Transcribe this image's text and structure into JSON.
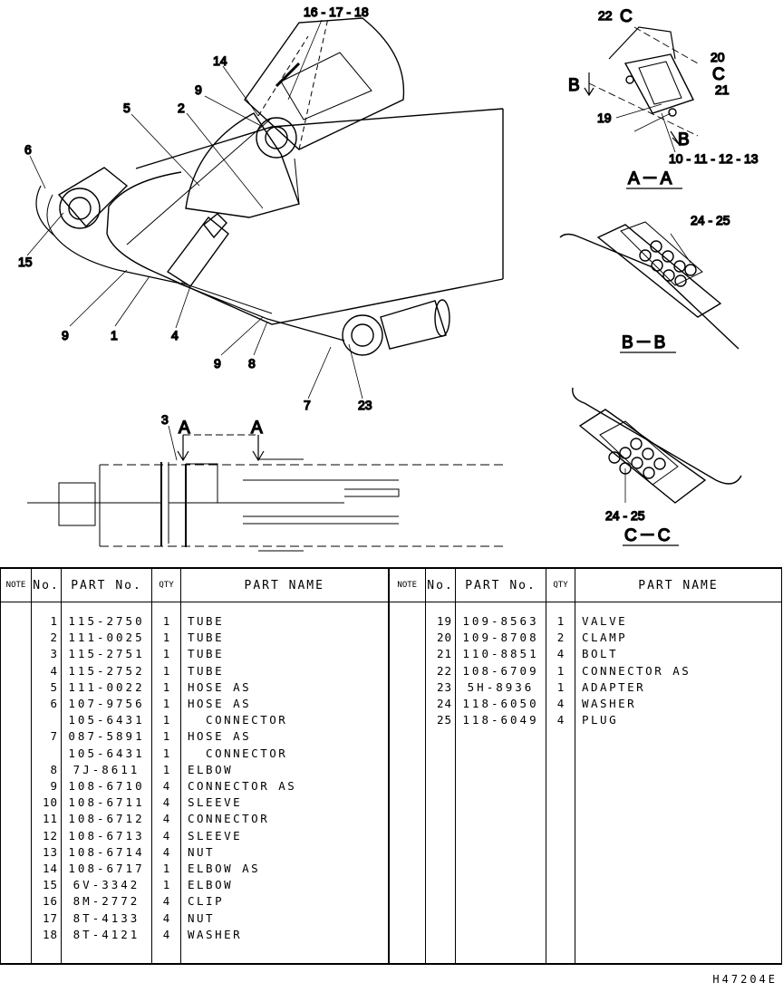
{
  "callouts": {
    "c1": "1",
    "c2": "2",
    "c3": "3",
    "c4": "4",
    "c5": "5",
    "c6": "6",
    "c7": "7",
    "c8": "8",
    "c9a": "9",
    "c9b": "9",
    "c9c": "9",
    "c14": "14",
    "c15": "15",
    "c161718": "16 - 17 - 18",
    "c19": "19",
    "c20": "20",
    "c21": "21",
    "c22": "22",
    "c23": "23",
    "c10111213": "10 - 11 - 12 - 13",
    "c2425a": "24 - 25",
    "c2425b": "24 - 25"
  },
  "view_letters": {
    "a_left": "A",
    "a_right": "A",
    "b_top": "B",
    "b_bottom": "B",
    "c_top": "C",
    "c_right": "C"
  },
  "sections": {
    "aa": "A－A",
    "bb": "B－B",
    "cc": "C－C"
  },
  "table": {
    "headers": {
      "note": "NOTE",
      "no": "No.",
      "part_no": "PART No.",
      "qty": "QTY",
      "part_name": "PART NAME"
    },
    "left_rows": [
      {
        "no": "1",
        "part_no": "115-2750",
        "qty": "1",
        "name": "TUBE"
      },
      {
        "no": "2",
        "part_no": "111-0025",
        "qty": "1",
        "name": "TUBE"
      },
      {
        "no": "3",
        "part_no": "115-2751",
        "qty": "1",
        "name": "TUBE"
      },
      {
        "no": "4",
        "part_no": "115-2752",
        "qty": "1",
        "name": "TUBE"
      },
      {
        "no": "5",
        "part_no": "111-0022",
        "qty": "1",
        "name": "HOSE AS"
      },
      {
        "no": "6",
        "part_no": "107-9756",
        "qty": "1",
        "name": "HOSE AS"
      },
      {
        "no": "",
        "part_no": "105-6431",
        "qty": "1",
        "name": "  CONNECTOR"
      },
      {
        "no": "7",
        "part_no": "087-5891",
        "qty": "1",
        "name": "HOSE AS"
      },
      {
        "no": "",
        "part_no": "105-6431",
        "qty": "1",
        "name": "  CONNECTOR"
      },
      {
        "no": "8",
        "part_no": "7J-8611",
        "qty": "1",
        "name": "ELBOW"
      },
      {
        "no": "9",
        "part_no": "108-6710",
        "qty": "4",
        "name": "CONNECTOR AS"
      },
      {
        "no": "10",
        "part_no": "108-6711",
        "qty": "4",
        "name": "SLEEVE"
      },
      {
        "no": "11",
        "part_no": "108-6712",
        "qty": "4",
        "name": "CONNECTOR"
      },
      {
        "no": "12",
        "part_no": "108-6713",
        "qty": "4",
        "name": "SLEEVE"
      },
      {
        "no": "13",
        "part_no": "108-6714",
        "qty": "4",
        "name": "NUT"
      },
      {
        "no": "14",
        "part_no": "108-6717",
        "qty": "1",
        "name": "ELBOW AS"
      },
      {
        "no": "15",
        "part_no": "6V-3342",
        "qty": "1",
        "name": "ELBOW"
      },
      {
        "no": "16",
        "part_no": "8M-2772",
        "qty": "4",
        "name": "CLIP"
      },
      {
        "no": "17",
        "part_no": "8T-4133",
        "qty": "4",
        "name": "NUT"
      },
      {
        "no": "18",
        "part_no": "8T-4121",
        "qty": "4",
        "name": "WASHER"
      }
    ],
    "right_rows": [
      {
        "no": "19",
        "part_no": "109-8563",
        "qty": "1",
        "name": "VALVE"
      },
      {
        "no": "20",
        "part_no": "109-8708",
        "qty": "2",
        "name": "CLAMP"
      },
      {
        "no": "21",
        "part_no": "110-8851",
        "qty": "4",
        "name": "BOLT"
      },
      {
        "no": "22",
        "part_no": "108-6709",
        "qty": "1",
        "name": "CONNECTOR AS"
      },
      {
        "no": "23",
        "part_no": "5H-8936",
        "qty": "1",
        "name": "ADAPTER"
      },
      {
        "no": "24",
        "part_no": "118-6050",
        "qty": "4",
        "name": "WASHER"
      },
      {
        "no": "25",
        "part_no": "118-6049",
        "qty": "4",
        "name": "PLUG"
      }
    ]
  },
  "footer": {
    "drawing_code": "H47204E"
  }
}
